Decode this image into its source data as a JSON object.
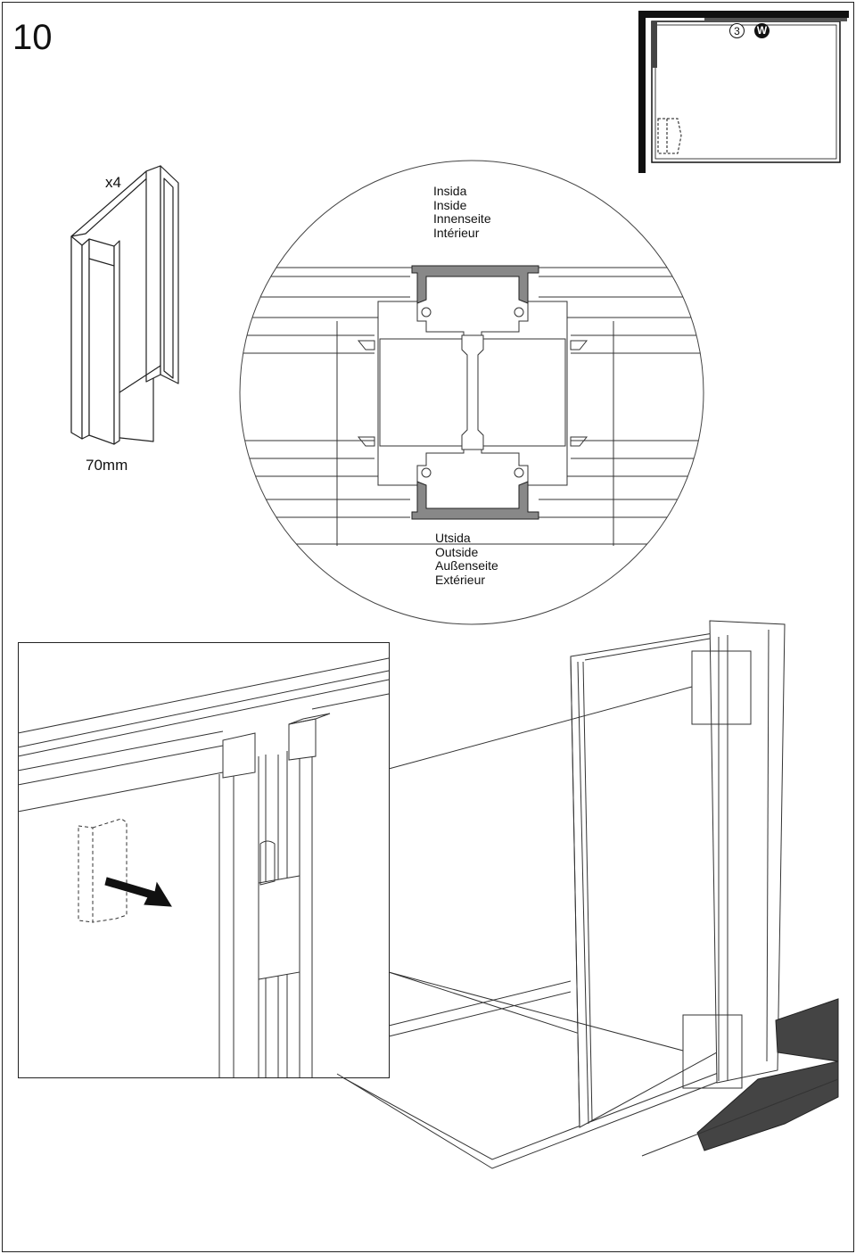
{
  "step": {
    "number": "10"
  },
  "part": {
    "quantity": "x4",
    "length": "70mm"
  },
  "location_map": {
    "badge_number": "3",
    "badge_letter": "W"
  },
  "cross_section": {
    "inside_labels": [
      "Insida",
      "Inside",
      "Innenseite",
      "Intérieur"
    ],
    "outside_labels": [
      "Utsida",
      "Outside",
      "Außenseite",
      "Extérieur"
    ]
  }
}
